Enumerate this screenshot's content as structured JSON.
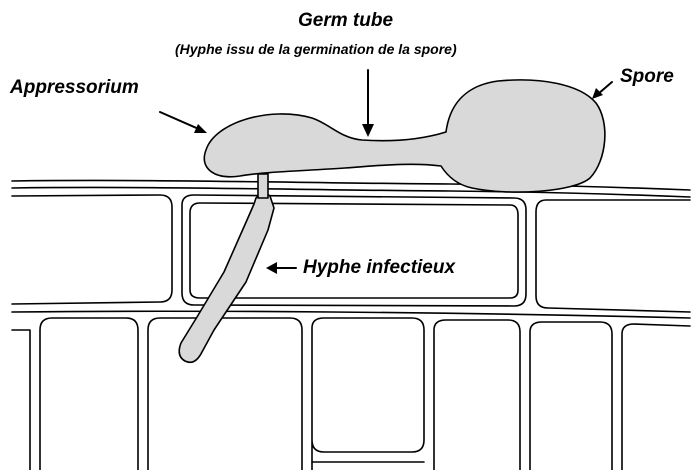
{
  "labels": {
    "germ_tube": "Germ tube",
    "germ_tube_note": "(Hyphe issu de la germination de la spore)",
    "appressorium": "Appressorium",
    "spore": "Spore",
    "hyphe_infectieux": "Hyphe infectieux"
  },
  "colors": {
    "fungus_fill": "#d9d9d9",
    "outline": "#000000",
    "background": "#ffffff"
  }
}
